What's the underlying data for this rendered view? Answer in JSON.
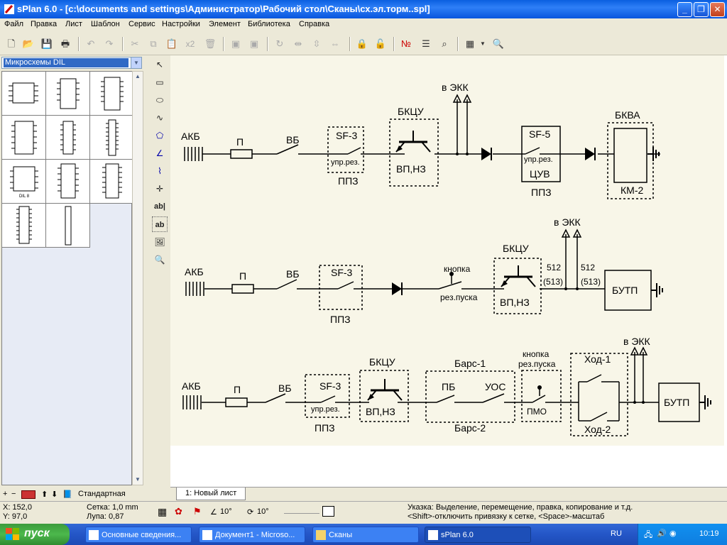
{
  "window": {
    "title": "sPlan 6.0 - [c:\\documents and settings\\Администратор\\Рабочий стол\\Сканы\\сх.эл.торм..spl]"
  },
  "menu": [
    "Файл",
    "Правка",
    "Лист",
    "Шаблон",
    "Сервис",
    "Настройки",
    "Элемент",
    "Библиотека",
    "Справка"
  ],
  "toolbar": {
    "multiply_label": "x2"
  },
  "library": {
    "selected": "Микросхемы DIL",
    "footer_label": "Стандартная",
    "cell_labels": [
      "DIL 8"
    ]
  },
  "draw_tools": {
    "text_tool": "ab|",
    "text_frame_tool": "ab"
  },
  "sheet": {
    "tab_label": "1: Новый лист"
  },
  "status": {
    "x": "X: 152,0",
    "y": "Y: 97,0",
    "grid": "Сетка:  1,0 mm",
    "zoom": "Лупа:   0,87",
    "angle1": "10°",
    "angle2": "10°",
    "hint1": "Указка: Выделение, перемещение, правка, копирование и т.д.",
    "hint2": "<Shift>-отключить привязку к сетке, <Space>-масштаб"
  },
  "taskbar": {
    "start": "пуск",
    "tasks": [
      "Основные сведения...",
      "Документ1 - Microso...",
      "Сканы",
      "sPlan 6.0"
    ],
    "lang": "RU",
    "clock": "10:19"
  },
  "diagram": {
    "row1": {
      "akb": "АКБ",
      "fuse": "П",
      "switch": "ВБ",
      "sf": "SF-3",
      "sf_sub": "упр.рез.",
      "ppz": "ППЗ",
      "bkcu": "БКЦУ",
      "bkcu_sub": "ВП,НЗ",
      "ekk": "в ЭКК",
      "sf5": "SF-5",
      "sf5_sub": "упр.рез.",
      "sf5_sub2": "ЦУВ",
      "ppz2": "ППЗ",
      "bkva": "БКВА",
      "km": "КМ-2"
    },
    "row2": {
      "akb": "АКБ",
      "fuse": "П",
      "switch": "ВБ",
      "sf": "SF-3",
      "ppz": "ППЗ",
      "button": "кнопка",
      "button_sub": "рез.пуска",
      "bkcu": "БКЦУ",
      "bkcu_sub": "ВП,НЗ",
      "ekk": "в ЭКК",
      "w1": "512",
      "w1b": "(513)",
      "w2": "512",
      "w2b": "(513)",
      "butp": "БУТП"
    },
    "row3": {
      "akb": "АКБ",
      "fuse": "П",
      "switch": "ВБ",
      "sf": "SF-3",
      "sf_sub": "упр.рез.",
      "ppz": "ППЗ",
      "bkcu": "БКЦУ",
      "bkcu_sub": "ВП,НЗ",
      "bars1": "Барс-1",
      "pb": "ПБ",
      "uos": "УОС",
      "bars2": "Барс-2",
      "button": "кнопка",
      "button2": "рез.пуска",
      "pmo": "ПМО",
      "hod1": "Ход-1",
      "hod2": "Ход-2",
      "ekk": "в ЭКК",
      "butp": "БУТП"
    }
  }
}
